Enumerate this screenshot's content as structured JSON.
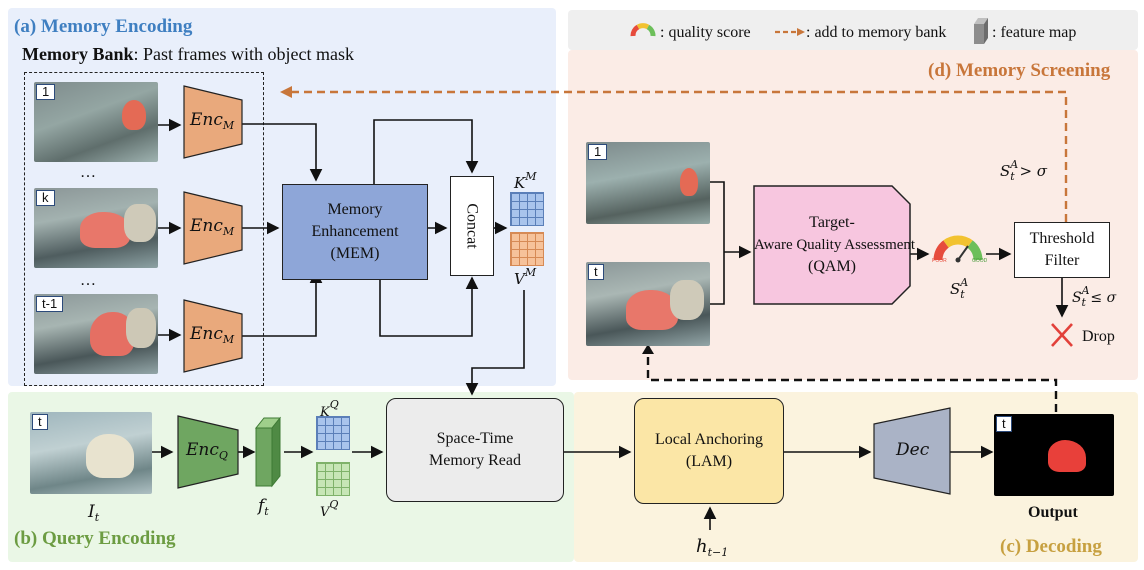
{
  "legend": {
    "quality_score": ": quality score",
    "add_to_memory": ": add to memory bank",
    "feature_map": ": feature map"
  },
  "panels": {
    "memory_encoding": "(a) Memory Encoding",
    "query_encoding": "(b) Query Encoding",
    "decoding": "(c) Decoding",
    "memory_screening": "(d) Memory Screening"
  },
  "memory_bank": {
    "title": "Memory Bank",
    "desc": ": Past frames with object mask",
    "frames": [
      "1",
      "k",
      "t-1"
    ],
    "ellipsis": "…"
  },
  "encoders": {
    "enc_m": "Enc",
    "enc_m_sub": "M",
    "enc_q": "Enc",
    "enc_q_sub": "Q",
    "dec": "Dec"
  },
  "mem": {
    "line1": "Memory",
    "line2": "Enhancement",
    "line3": "(MEM)"
  },
  "concat": "Concat",
  "keys": {
    "km": "K",
    "km_sup": "M",
    "vm": "V",
    "vm_sup": "M",
    "kq": "K",
    "kq_sup": "Q",
    "vq": "V",
    "vq_sup": "Q"
  },
  "query": {
    "frame_label": "t",
    "it": "I",
    "it_sub": "t",
    "ft": "f",
    "ft_sub": "t"
  },
  "stmr": {
    "line1": "Space-Time",
    "line2": "Memory Read"
  },
  "lam": {
    "line1": "Local Anchoring",
    "line2": "(LAM)"
  },
  "h": {
    "base": "h",
    "sub": "t−1"
  },
  "output": {
    "frame_label": "t",
    "label": "Output"
  },
  "screening": {
    "frames": [
      "1",
      "t"
    ],
    "qam_line1": "Target-",
    "qam_line2": "Aware Quality Assessment",
    "qam_line3": "(QAM)",
    "gauge_poor": "POOR",
    "gauge_good": "GOOD",
    "score": "S",
    "score_sup": "A",
    "score_sub": "t",
    "threshold_line1": "Threshold",
    "threshold_line2": "Filter",
    "cond_high": "> σ",
    "cond_low": "≤ σ",
    "drop": "Drop"
  },
  "colors": {
    "panel_a": "#e9effb",
    "panel_b": "#eaf7e6",
    "panel_c": "#fbf3de",
    "panel_d": "#fbece6",
    "enc": "#e9a97c",
    "mem": "#8ea6d8",
    "qam": "#f7c6df",
    "lam": "#fbe6a6",
    "stmr": "#ececec",
    "dec": "#aab3c6",
    "accent_orange": "#c8763a",
    "title_blue": "#3f7fc1",
    "title_green": "#6c9c42",
    "title_gold": "#c7a040"
  }
}
